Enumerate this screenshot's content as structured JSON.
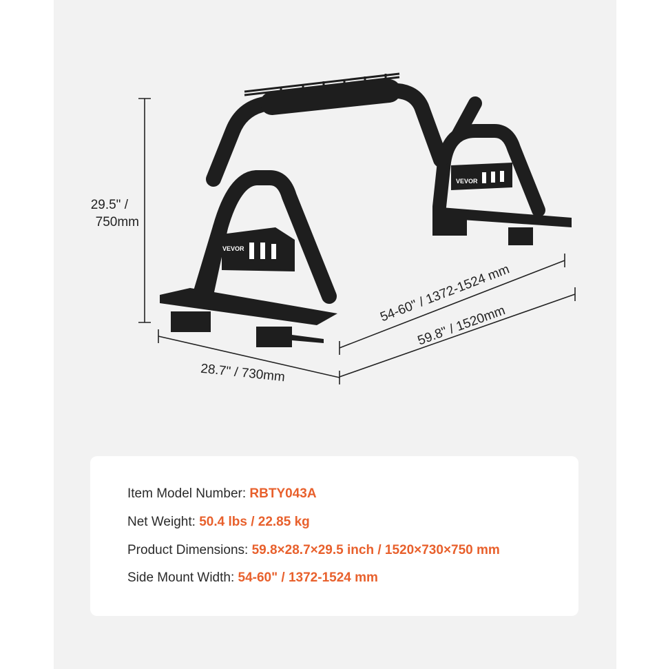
{
  "dimensions": {
    "height_line1": "29.5\" /",
    "height_line2": "750mm",
    "depth": "28.7\" / 730mm",
    "mount_width": "54-60\" / 1372-1524 mm",
    "overall_width": "59.8\" / 1520mm"
  },
  "product": {
    "brand_plate_front": "VEVOR",
    "brand_plate_rear": "VEVOR"
  },
  "specs": [
    {
      "label": "Item Model Number: ",
      "value": "RBTY043A"
    },
    {
      "label": "Net Weight: ",
      "value": "50.4 lbs / 22.85 kg"
    },
    {
      "label": "Product Dimensions: ",
      "value": "59.8×28.7×29.5 inch / 1520×730×750 mm"
    },
    {
      "label": "Side Mount Width: ",
      "value": "54-60\" / 1372-1524 mm"
    }
  ],
  "colors": {
    "accent": "#e8602c",
    "panel": "#f2f2f2",
    "bar": "#1e1e1e"
  }
}
